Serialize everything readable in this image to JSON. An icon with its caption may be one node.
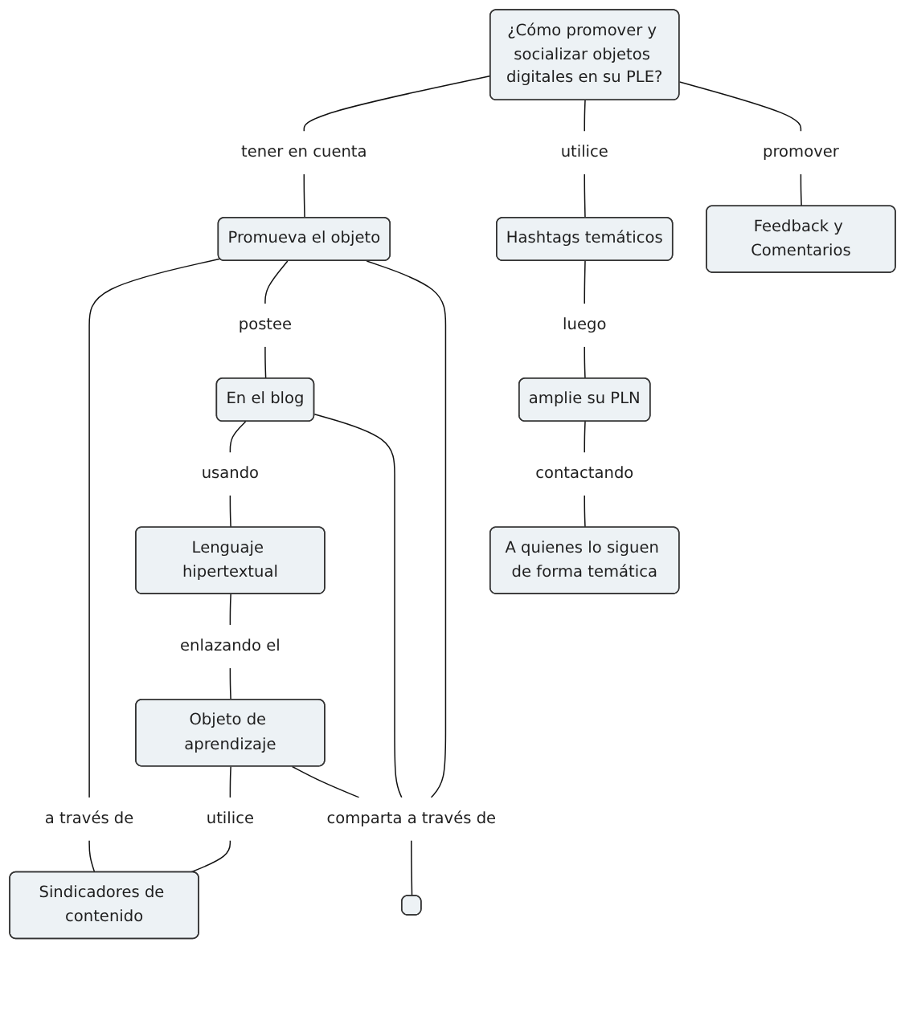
{
  "diagram": {
    "nodes": [
      {
        "text": [
          "¿Cómo promover y socializar objetos digitales en su PLE?"
        ]
      },
      {
        "text": [
          "tener en cuenta"
        ]
      },
      {
        "text": [
          "utilice"
        ]
      },
      {
        "text": [
          "promover"
        ]
      },
      {
        "text": [
          "Promueva el objeto"
        ]
      },
      {
        "text": [
          "Hashtags temáticos"
        ]
      },
      {
        "text": [
          "Feedback y Comentarios"
        ]
      },
      {
        "text": [
          "postee"
        ]
      },
      {
        "text": [
          "luego"
        ]
      },
      {
        "text": [
          "En el blog"
        ]
      },
      {
        "text": [
          "amplie su PLN"
        ]
      },
      {
        "text": [
          "usando"
        ]
      },
      {
        "text": [
          "contactando"
        ]
      },
      {
        "text": [
          "a través de"
        ]
      },
      {
        "text": [
          "Lenguaje hipertextual"
        ]
      },
      {
        "text": [
          "A quienes lo siguen de forma temática"
        ]
      },
      {
        "text": [
          "enlazando el"
        ]
      },
      {
        "text": [
          "Objeto de aprendizaje"
        ]
      },
      {
        "text": [
          "utilice"
        ]
      },
      {
        "text": [
          "comparta a través de"
        ]
      },
      {
        "text": [
          "Sindicadores de contenido"
        ]
      },
      {
        "text": [],
        "shape": "box"
      }
    ],
    "edges": [
      {
        "from": 0,
        "to": 1,
        "arrow": "none"
      },
      {
        "from": 0,
        "to": 2,
        "arrow": "none"
      },
      {
        "from": 0,
        "to": 3,
        "arrow": "none"
      },
      {
        "from": 1,
        "to": 4,
        "arrow": "none"
      },
      {
        "from": 2,
        "to": 5,
        "arrow": "none"
      },
      {
        "from": 3,
        "to": 6,
        "arrow": "none"
      },
      {
        "from": 4,
        "to": 13,
        "arrow": "none"
      },
      {
        "from": 4,
        "to": 7,
        "arrow": "none"
      },
      {
        "from": 4,
        "to": 19,
        "arrow": "none"
      },
      {
        "from": 7,
        "to": 9,
        "arrow": "none"
      },
      {
        "from": 5,
        "to": 8,
        "arrow": "none"
      },
      {
        "from": 8,
        "to": 10,
        "arrow": "none"
      },
      {
        "from": 9,
        "to": 11,
        "arrow": "none"
      },
      {
        "from": 9,
        "to": 19,
        "arrow": "none"
      },
      {
        "from": 10,
        "to": 12,
        "arrow": "none"
      },
      {
        "from": 12,
        "to": 15,
        "arrow": "none"
      },
      {
        "from": 11,
        "to": 14,
        "arrow": "none"
      },
      {
        "from": 14,
        "to": 16,
        "arrow": "none"
      },
      {
        "from": 16,
        "to": 17,
        "arrow": "none"
      },
      {
        "from": 17,
        "to": 18,
        "arrow": "none"
      },
      {
        "from": 17,
        "to": 19,
        "arrow": "none"
      },
      {
        "from": 18,
        "to": 20,
        "arrow": "none"
      },
      {
        "from": 13,
        "to": 20,
        "arrow": "none"
      },
      {
        "from": 19,
        "to": 21,
        "arrow": "none"
      }
    ]
  }
}
